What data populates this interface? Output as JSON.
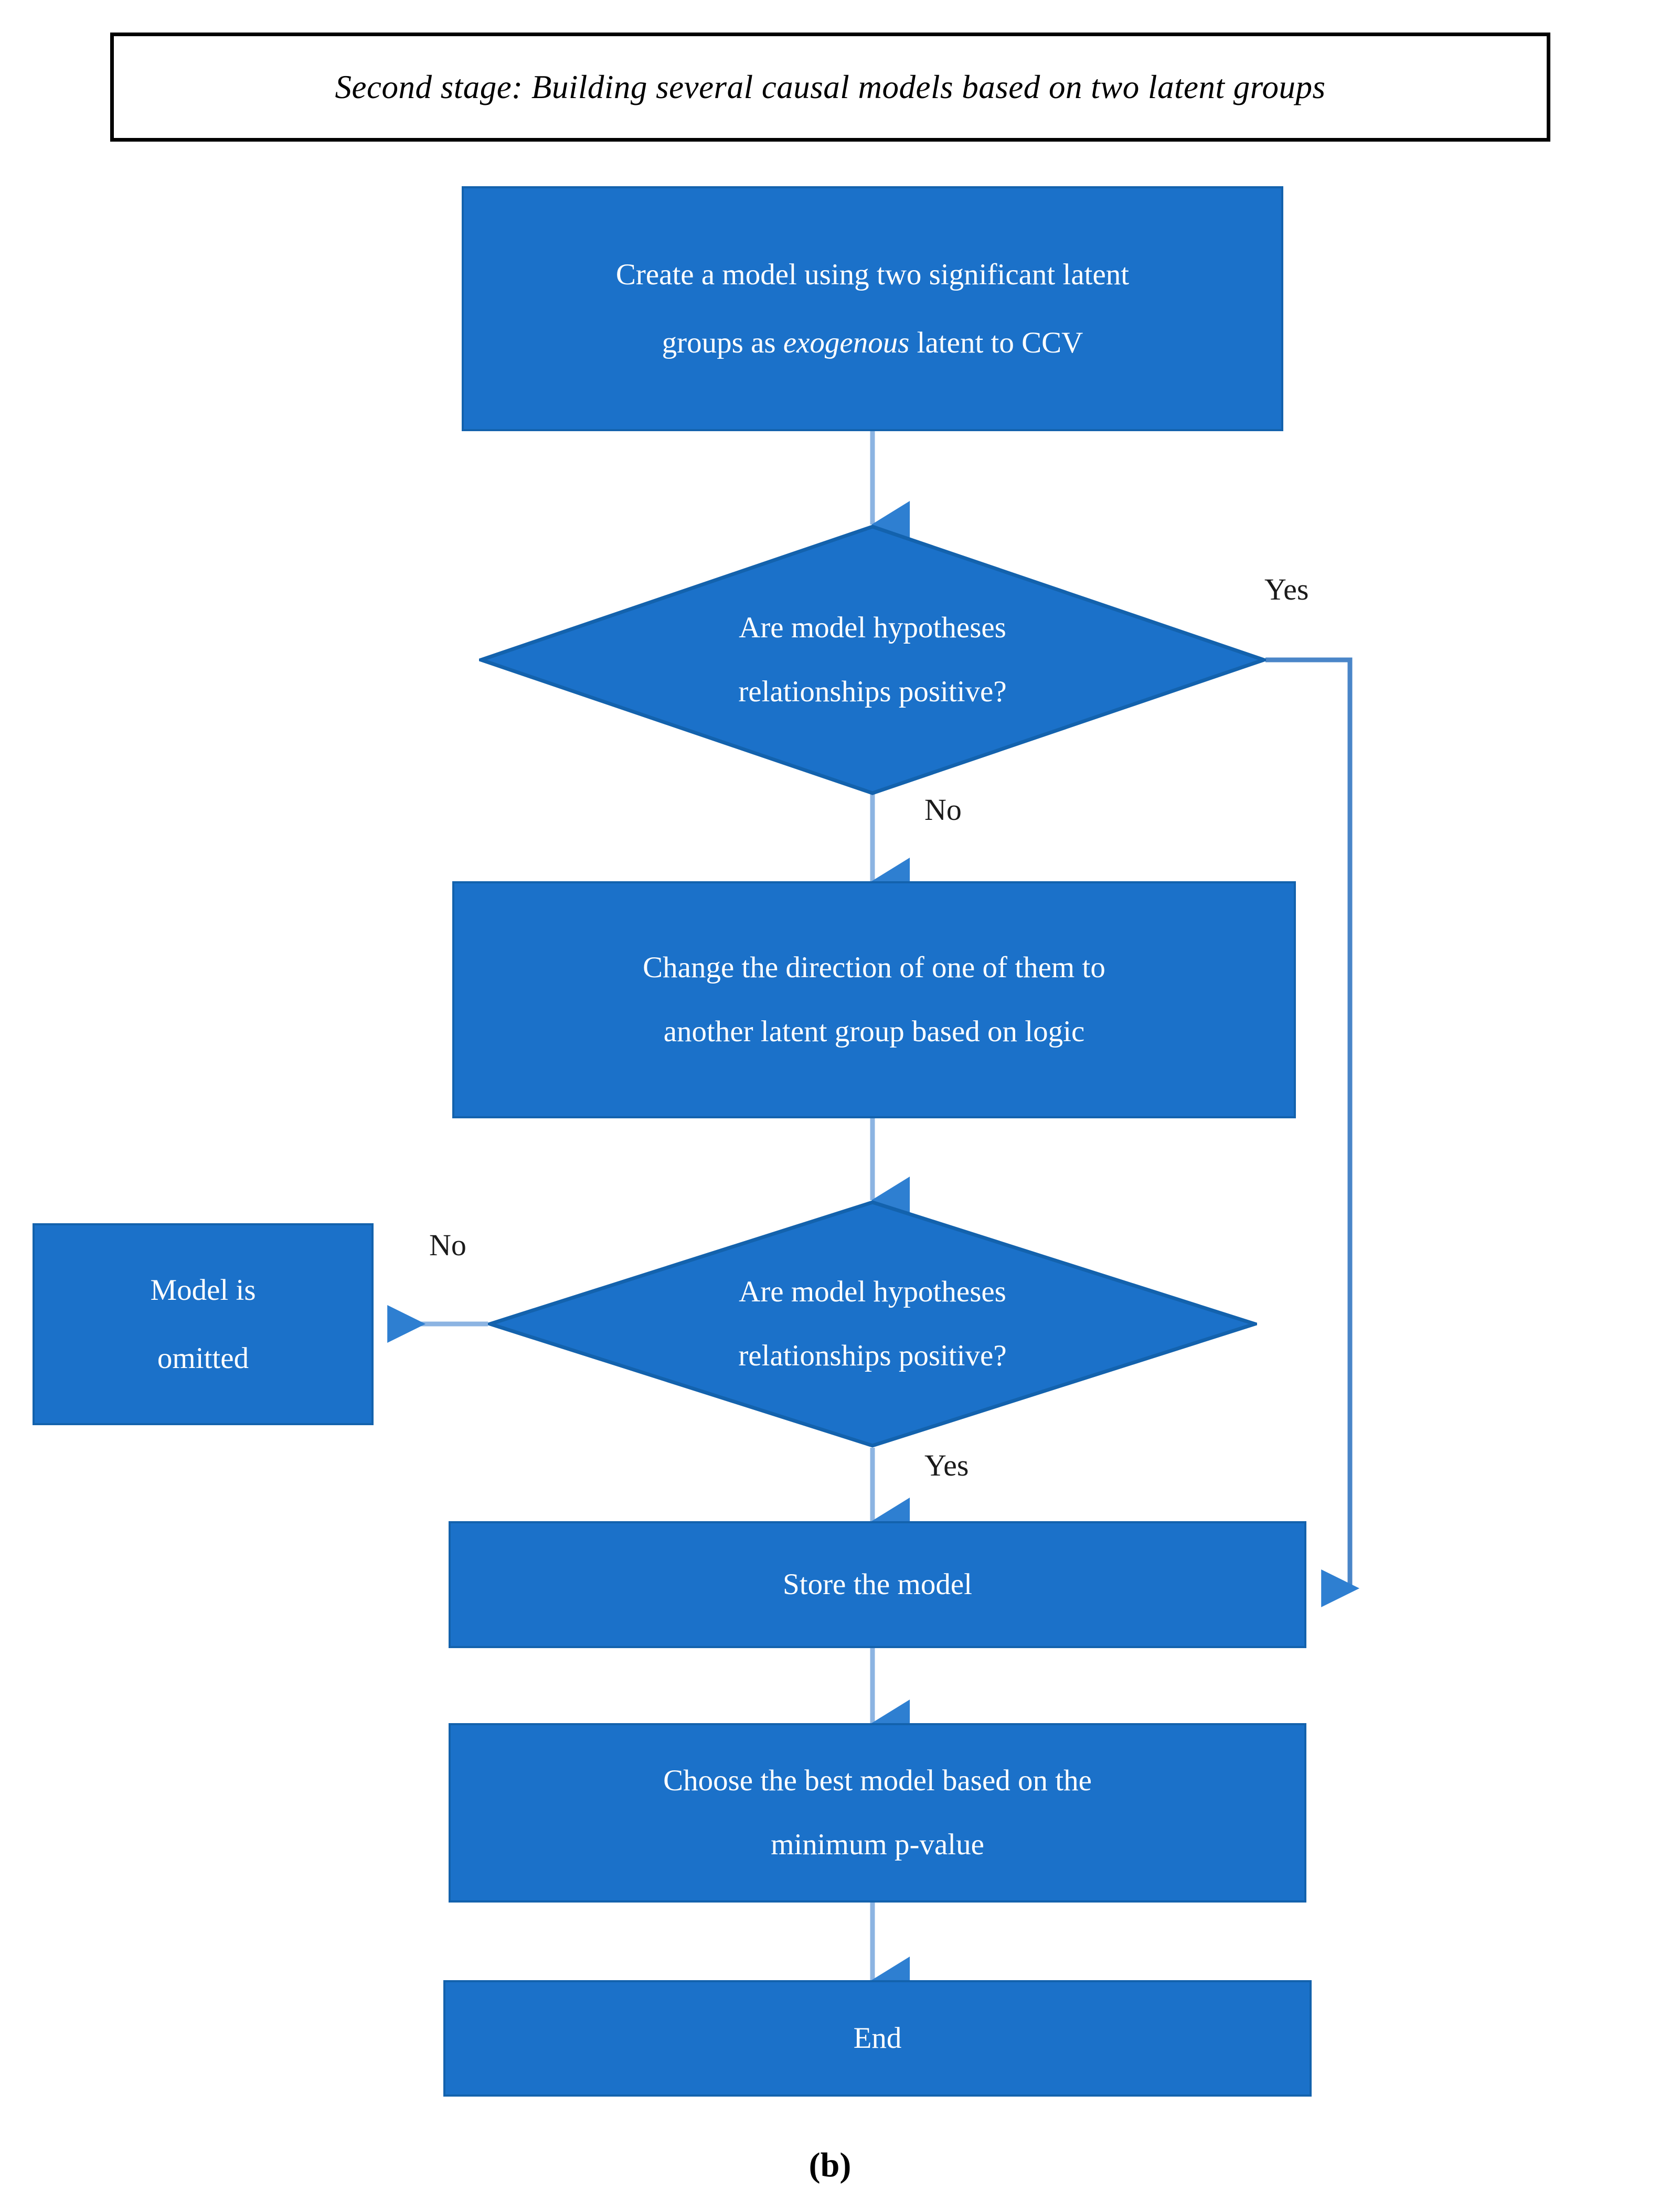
{
  "figure": {
    "title": "Second stage: Building several causal models based on two latent groups",
    "caption": "(b)",
    "colors": {
      "node_fill": "#1b71c9",
      "node_border": "#1362ad",
      "node_text": "#ffffff",
      "connector": "#8cb4e2",
      "arrowhead": "#2e7fd1",
      "title_border": "#000000",
      "background": "#ffffff"
    }
  },
  "nodes": {
    "create_model": {
      "shape": "process",
      "line1": "Create a model using two significant latent",
      "line2_a": "groups as ",
      "line2_italic": "exogenous",
      "line2_b": " latent to CCV"
    },
    "decision_1": {
      "shape": "decision",
      "line1": "Are model hypotheses",
      "line2": "relationships positive?"
    },
    "change_direction": {
      "shape": "process",
      "line1": "Change the direction of one of them to",
      "line2": "another latent group based on logic"
    },
    "decision_2": {
      "shape": "decision",
      "line1": "Are model hypotheses",
      "line2": "relationships positive?"
    },
    "model_omitted": {
      "shape": "process",
      "line1": "Model is",
      "line2": "omitted"
    },
    "store_model": {
      "shape": "process",
      "line1": "Store the model"
    },
    "choose_best": {
      "shape": "process",
      "line1": "Choose the best model based on the",
      "line2": "minimum p-value"
    },
    "end": {
      "shape": "process",
      "line1": "End"
    }
  },
  "edge_labels": {
    "d1_yes": "Yes",
    "d1_no": "No",
    "d2_no": "No",
    "d2_yes": "Yes"
  }
}
